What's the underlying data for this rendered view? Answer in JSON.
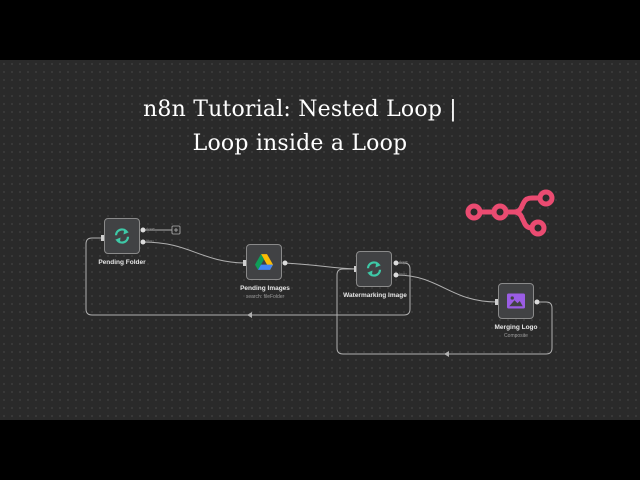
{
  "title": {
    "line1": "n8n Tutorial: Nested Loop |",
    "line2": "Loop inside a Loop"
  },
  "colors": {
    "canvas": "#2a2a2a",
    "node_bg": "#414244",
    "node_border": "#8a8a8a",
    "wire": "#b0b0b0",
    "loop_icon": "#3ec9a7",
    "image_icon": "#9b5de5",
    "n8n_logo": "#ea4b71"
  },
  "nodes": [
    {
      "id": "pending-folder",
      "label": "Pending Folder",
      "subtitle": "",
      "icon": "refresh-loop-icon",
      "outputs": [
        "done",
        "loop"
      ]
    },
    {
      "id": "pending-images",
      "label": "Pending Images",
      "subtitle": "search: fileFolder",
      "icon": "google-drive-icon",
      "outputs": []
    },
    {
      "id": "watermarking-image",
      "label": "Watermarking Image",
      "subtitle": "",
      "icon": "refresh-loop-icon",
      "outputs": [
        "done",
        "loop"
      ]
    },
    {
      "id": "merging-logo",
      "label": "Merging Logo",
      "subtitle": "Composite",
      "icon": "image-icon",
      "outputs": []
    }
  ],
  "logo": {
    "name": "n8n-logo"
  }
}
